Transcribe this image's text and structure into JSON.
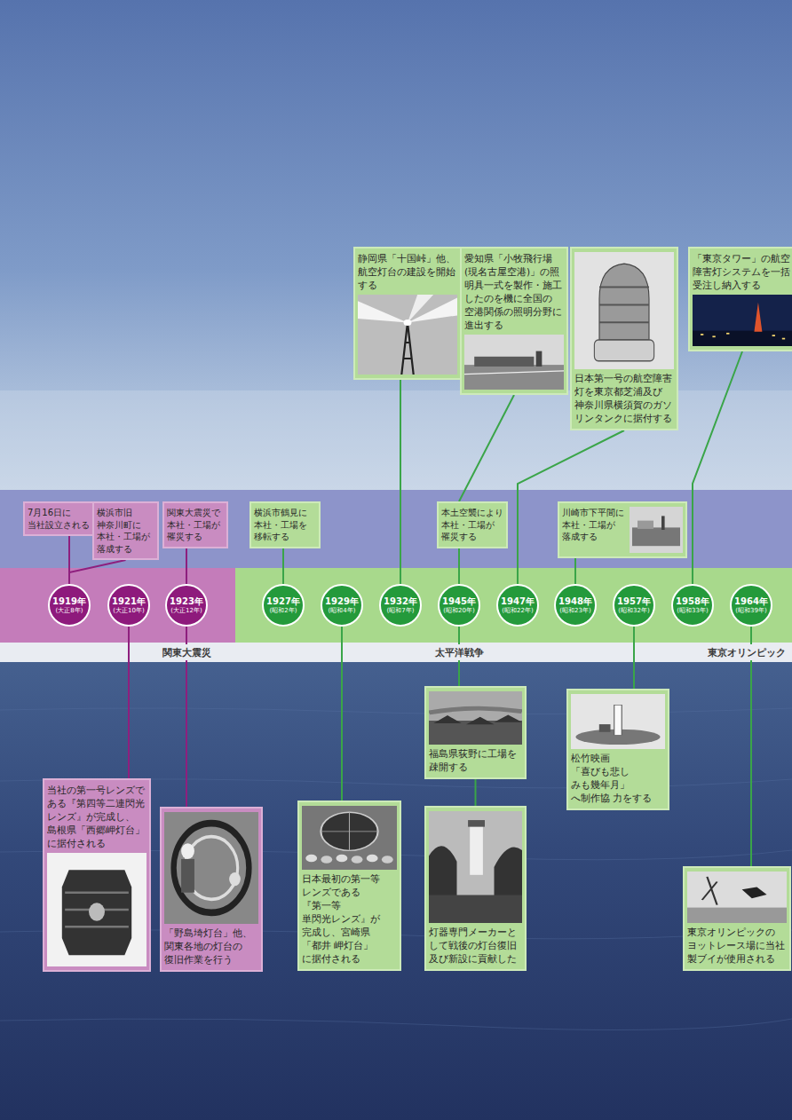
{
  "diagram": {
    "nodes": [
      {
        "text": [
          "静岡県「十国峠」他、 航空灯台の建設を開始 する"
        ]
      },
      {
        "text": [
          "愛知県「小牧飛行場 (現名古屋空港)」の照 明具一式を製作・施工 したのを機に全国の 空港関係の照明分野に 進出する"
        ]
      },
      {
        "text": [
          "日本第一号の航空障害 灯を東京都芝浦及び 神奈川県横須賀のガソ リンタンクに据付する"
        ]
      },
      {
        "text": [
          "「東京タワー」の航空 障害灯システムを一括 受注し納入する"
        ]
      },
      {
        "text": [
          "7月16日に 当社設立される"
        ]
      },
      {
        "text": [
          "横浜市旧 神奈川町に 本社・工場が 落成する"
        ]
      },
      {
        "text": [
          "関東大震災で 本社・工場が 罹災する"
        ]
      },
      {
        "text": [
          "横浜市鶴見に 本社・工場を 移転する"
        ]
      },
      {
        "text": [
          "本土空襲により 本社・工場が 罹災する"
        ]
      },
      {
        "text": [
          "川崎市下平間に 本社・工場が 落成する"
        ]
      },
      {
        "text": [
          "1919年",
          "(大正8年)"
        ]
      },
      {
        "text": [
          "1921年",
          "(大正10年)"
        ]
      },
      {
        "text": [
          "1923年",
          "(大正12年)"
        ]
      },
      {
        "text": [
          "1927年",
          "(昭和2年)"
        ]
      },
      {
        "text": [
          "1929年",
          "(昭和4年)"
        ]
      },
      {
        "text": [
          "1932年",
          "(昭和7年)"
        ]
      },
      {
        "text": [
          "1945年",
          "(昭和20年)"
        ]
      },
      {
        "text": [
          "1947年",
          "(昭和22年)"
        ]
      },
      {
        "text": [
          "1948年",
          "(昭和23年)"
        ]
      },
      {
        "text": [
          "1957年",
          "(昭和32年)"
        ]
      },
      {
        "text": [
          "1958年",
          "(昭和33年)"
        ]
      },
      {
        "text": [
          "1964年",
          "(昭和39年)"
        ]
      },
      {
        "text": [
          "当社の第一号レンズで ある『第四等二連閃光 レンズ』が完成し、 島根県「西郷岬灯台」 に据付される"
        ]
      },
      {
        "text": [
          "「野島埼灯台」他、 関東各地の灯台の 復旧作業を行う"
        ]
      },
      {
        "text": [
          "日本最初の第一等 レンズである『第一等 単閃光レンズ』が 完成し、宮崎県「都井 岬灯台」に据付される"
        ]
      },
      {
        "text": [
          "福島県荻野に工場を 疎開する"
        ]
      },
      {
        "text": [
          "灯器専門メーカーと して戦後の灯台復旧 及び新設に貢献した"
        ]
      },
      {
        "text": [
          "松竹映画「喜びも悲し みも幾年月」へ制作協 力をする"
        ]
      },
      {
        "text": [
          "東京オリンピックの ヨットレース場に当社 製ブイが使用される"
        ]
      }
    ],
    "edges": [
      {
        "from": 10,
        "to": 4,
        "arrow": "none"
      },
      {
        "from": 10,
        "to": 5,
        "arrow": "none"
      },
      {
        "from": 11,
        "to": 22,
        "arrow": "none"
      },
      {
        "from": 12,
        "to": 6,
        "arrow": "none"
      },
      {
        "from": 12,
        "to": 23,
        "arrow": "none"
      },
      {
        "from": 13,
        "to": 7,
        "arrow": "none"
      },
      {
        "from": 14,
        "to": 24,
        "arrow": "none"
      },
      {
        "from": 15,
        "to": 0,
        "arrow": "none"
      },
      {
        "from": 16,
        "to": 8,
        "arrow": "none"
      },
      {
        "from": 8,
        "to": 1,
        "arrow": "none"
      },
      {
        "from": 16,
        "to": 25,
        "arrow": "none"
      },
      {
        "from": 25,
        "to": 26,
        "arrow": "none"
      },
      {
        "from": 17,
        "to": 2,
        "arrow": "none"
      },
      {
        "from": 18,
        "to": 9,
        "arrow": "none"
      },
      {
        "from": 19,
        "to": 27,
        "arrow": "none"
      },
      {
        "from": 20,
        "to": 3,
        "arrow": "none"
      },
      {
        "from": 21,
        "to": 28,
        "arrow": "none"
      }
    ],
    "labels": [
      "関東大震災",
      "太平洋戦争",
      "東京オリンピック"
    ]
  }
}
